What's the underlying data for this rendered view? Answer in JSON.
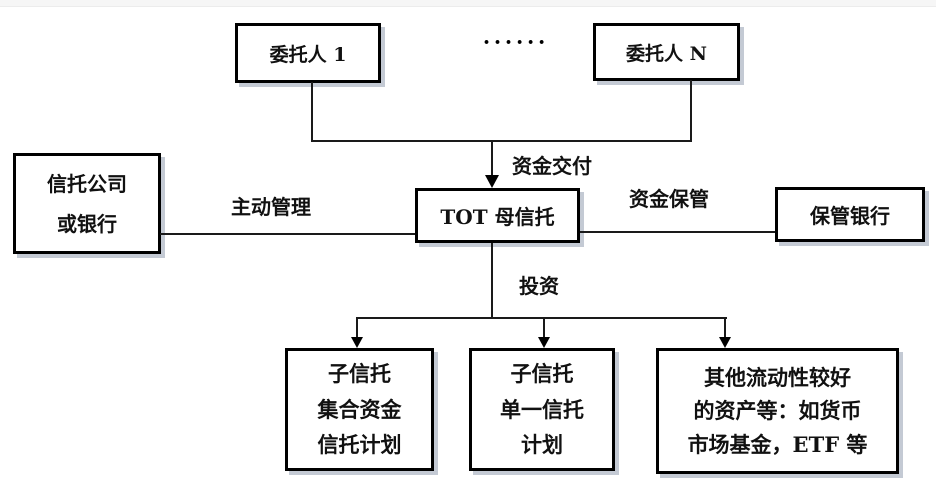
{
  "diagram": {
    "title_semantic": "TOT mother-trust structure diagram",
    "nodes": {
      "client_1": {
        "label": "委托人 1"
      },
      "client_n": {
        "label": "委托人 N"
      },
      "ellipsis": {
        "label": "••••••"
      },
      "trust_company": {
        "line1": "信托公司",
        "line2": "或银行"
      },
      "tot": {
        "label": "TOT 母信托"
      },
      "custodian_bank": {
        "label": "保管银行"
      },
      "sub_trust_collective": {
        "line1": "子信托",
        "line2": "集合资金",
        "line3": "信托计划"
      },
      "sub_trust_single": {
        "line1": "子信托",
        "line2": "单一信托",
        "line3": "计划"
      },
      "other_assets": {
        "line1": "其他流动性较好",
        "line2": "的资产等：如货币",
        "line3": "市场基金，ETF 等"
      }
    },
    "edge_labels": {
      "fund_delivery": "资金交付",
      "active_management": "主动管理",
      "fund_custody": "资金保管",
      "investment": "投资"
    },
    "colors": {
      "line": "#1a1a1a",
      "box_border": "#000000",
      "box_shadow": "#c4cad4",
      "background": "#ffffff",
      "text": "#111111"
    }
  }
}
